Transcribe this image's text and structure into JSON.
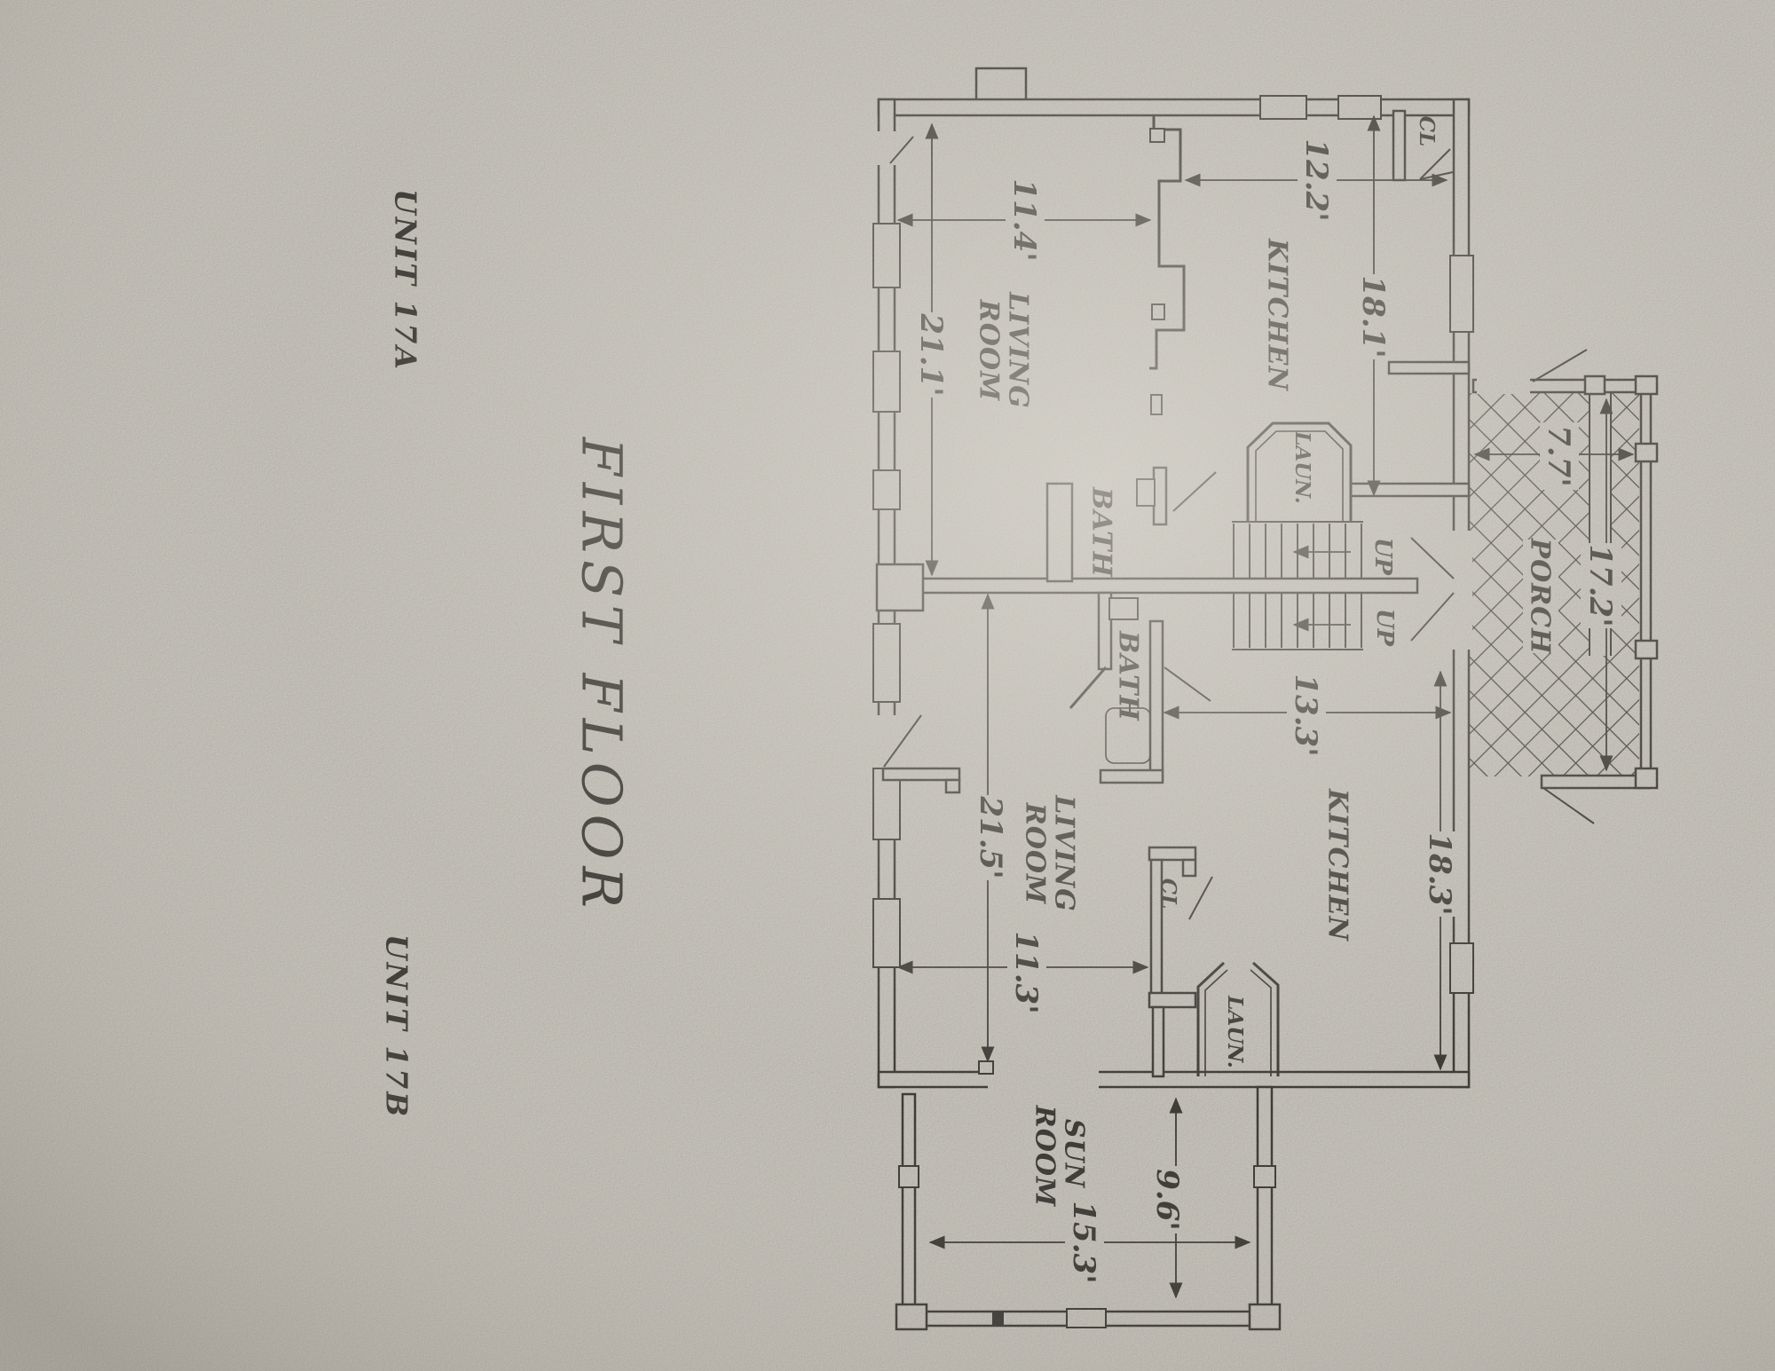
{
  "document": {
    "title": "FIRST FLOOR",
    "unit_top": "UNIT 17A",
    "unit_bottom": "UNIT 17B"
  },
  "unit_a": {
    "living_room_line1": "LIVING",
    "living_room_line2": "ROOM",
    "kitchen": "KITCHEN",
    "bath": "BATH",
    "laundry": "LAUN.",
    "closet": "CL",
    "up_label_1": "UP",
    "up_label_2": "UP",
    "dim_living_width": "11.4'",
    "dim_living_length": "21.1'",
    "dim_kitchen_width": "12.2'",
    "dim_kitchen_length": "18.1'"
  },
  "unit_b": {
    "living_room_line1": "LIVING",
    "living_room_line2": "ROOM",
    "kitchen": "KITCHEN",
    "bath": "BATH",
    "laundry": "LAUN.",
    "closet": "CL",
    "dim_living_width": "11.3'",
    "dim_living_length": "21.5'",
    "dim_kitchen_width": "13.3'",
    "dim_kitchen_length": "18.3'"
  },
  "porch": {
    "label": "PORCH",
    "dim_width": "7.7'",
    "dim_length": "17.2'"
  },
  "sun_room": {
    "line1": "SUN",
    "line2": "ROOM",
    "dim_width": "15.3'",
    "dim_depth": "9.6'"
  },
  "colors": {
    "paper": "#d6d3cb",
    "ink": "#2f2d28"
  }
}
